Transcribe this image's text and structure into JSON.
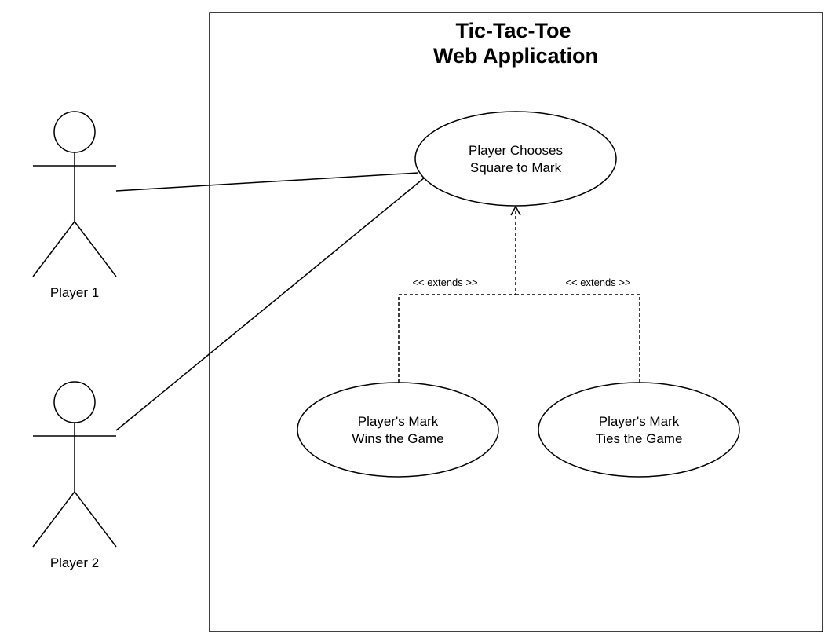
{
  "system": {
    "title_line1": "Tic-Tac-Toe",
    "title_line2": "Web Application"
  },
  "actors": [
    {
      "label": "Player 1"
    },
    {
      "label": "Player 2"
    }
  ],
  "use_cases": {
    "choose_square": {
      "line1": "Player Chooses",
      "line2": "Square to Mark"
    },
    "wins_game": {
      "line1": "Player's Mark",
      "line2": "Wins the Game"
    },
    "ties_game": {
      "line1": "Player's Mark",
      "line2": "Ties the Game"
    }
  },
  "relations": {
    "extends_left": "<< extends >>",
    "extends_right": "<< extends >>"
  },
  "colors": {
    "stroke": "#000000",
    "background": "#ffffff"
  }
}
